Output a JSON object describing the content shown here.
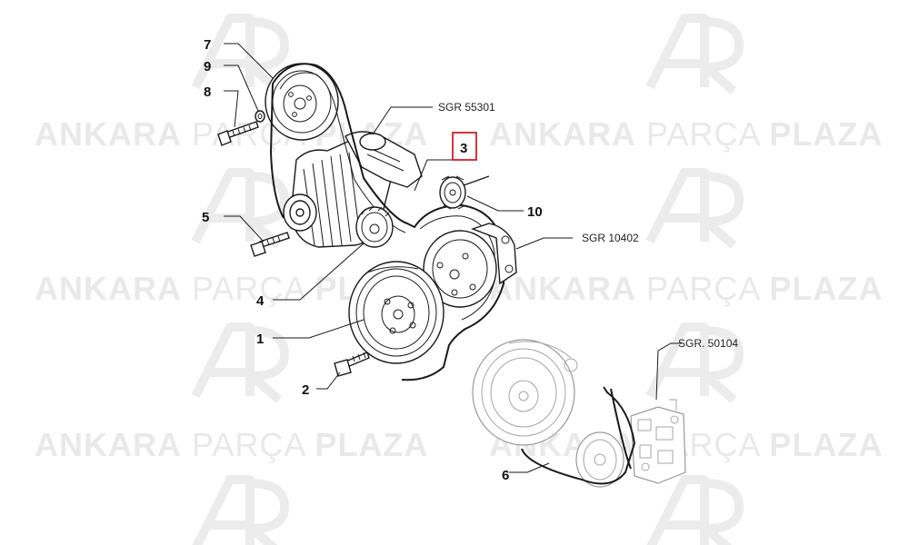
{
  "watermark": {
    "brand_parts": [
      "ANKARA",
      "PARÇA",
      "PLAZA"
    ],
    "logo_letters": "AP",
    "color": "#e9e9e9"
  },
  "callouts": [
    {
      "id": "c7",
      "label": "7"
    },
    {
      "id": "c9",
      "label": "9"
    },
    {
      "id": "c8",
      "label": "8"
    },
    {
      "id": "c5",
      "label": "5"
    },
    {
      "id": "c4",
      "label": "4"
    },
    {
      "id": "c1",
      "label": "1"
    },
    {
      "id": "c2",
      "label": "2"
    },
    {
      "id": "c3",
      "label": "3",
      "highlighted": true
    },
    {
      "id": "c10",
      "label": "10"
    },
    {
      "id": "c6",
      "label": "6"
    }
  ],
  "references": {
    "sgr_55301": "SGR 55301",
    "sgr_10402": "SGR 10402",
    "sgr_50104": "SGR. 50104"
  },
  "colors": {
    "highlight_box": "#d0202a",
    "line": "#1a1a1a",
    "ghost_line": "#9a9a9a"
  }
}
